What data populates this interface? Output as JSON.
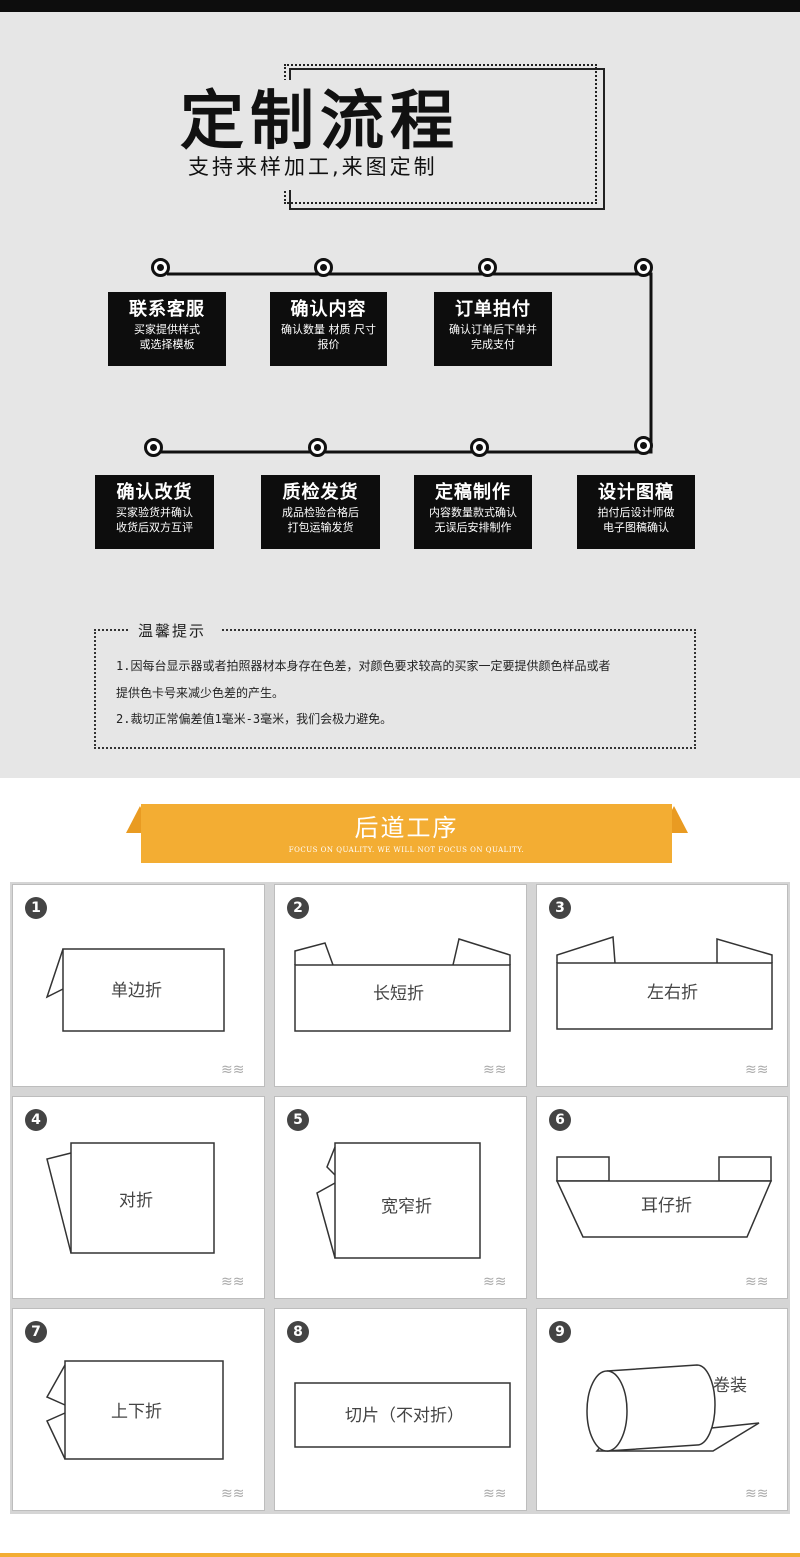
{
  "header": {
    "title": "定制流程",
    "subtitle": "支持来样加工,来图定制"
  },
  "steps_row1": [
    {
      "title": "联系客服",
      "desc": [
        "买家提供样式",
        "或选择模板"
      ]
    },
    {
      "title": "确认内容",
      "desc": [
        "确认数量 材质 尺寸",
        "报价"
      ]
    },
    {
      "title": "订单拍付",
      "desc": [
        "确认订单后下单并",
        "完成支付"
      ]
    }
  ],
  "steps_row2": [
    {
      "title": "确认改货",
      "desc": [
        "买家验货并确认",
        "收货后双方互评"
      ]
    },
    {
      "title": "质检发货",
      "desc": [
        "成品检验合格后",
        "打包运输发货"
      ]
    },
    {
      "title": "定稿制作",
      "desc": [
        "内容数量款式确认",
        "无误后安排制作"
      ]
    },
    {
      "title": "设计图稿",
      "desc": [
        "拍付后设计师做",
        "电子图稿确认"
      ]
    }
  ],
  "tips": {
    "title": "温馨提示",
    "lines": [
      "1.因每台显示器或者拍照器材本身存在色差，对颜色要求较高的买家一定要提供颜色样品或者",
      "提供色卡号来减少色差的产生。",
      "2.裁切正常偏差值1毫米-3毫米，我们会极力避免。"
    ]
  },
  "banner": {
    "title": "后道工序",
    "subtitle": "FOCUS ON QUALITY. WE WILL NOT FOCUS ON QUALITY."
  },
  "folds": [
    {
      "number": "1",
      "label": "单边折",
      "icon": "single-side-fold-icon"
    },
    {
      "number": "2",
      "label": "长短折",
      "icon": "long-short-fold-icon"
    },
    {
      "number": "3",
      "label": "左右折",
      "icon": "left-right-fold-icon"
    },
    {
      "number": "4",
      "label": "对折",
      "icon": "half-fold-icon"
    },
    {
      "number": "5",
      "label": "宽窄折",
      "icon": "wide-narrow-fold-icon"
    },
    {
      "number": "6",
      "label": "耳仔折",
      "icon": "ear-fold-icon"
    },
    {
      "number": "7",
      "label": "上下折",
      "icon": "top-bottom-fold-icon"
    },
    {
      "number": "8",
      "label": "切片（不对折）",
      "icon": "cut-sheet-icon"
    },
    {
      "number": "9",
      "label": "卷装",
      "icon": "roll-icon"
    }
  ],
  "colors": {
    "accent": "#f3ad33",
    "accent_dark": "#e99b22",
    "step_box": "#0d0d0d",
    "panel_bg": "#e6e6e6"
  }
}
